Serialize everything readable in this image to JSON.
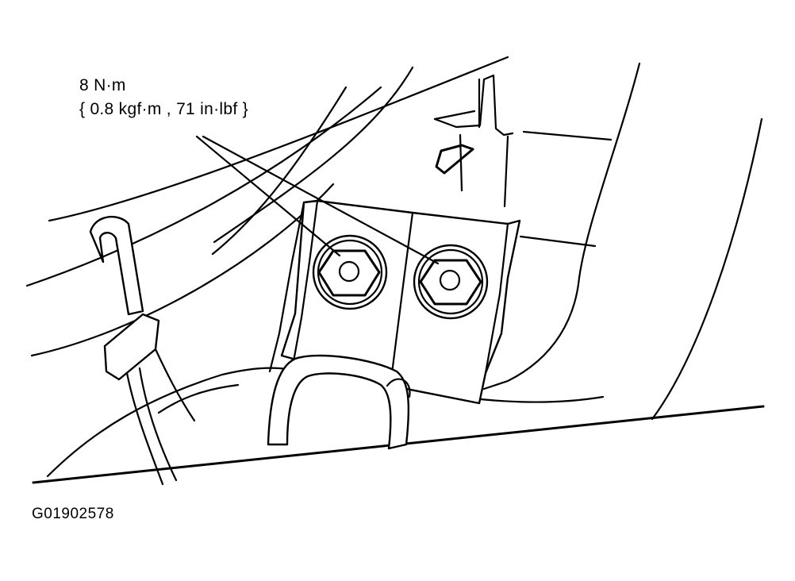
{
  "torque_spec": {
    "value": "8 N·m",
    "alternates": "{ 0.8 kgf·m , 71 in·lbf }"
  },
  "figure_id": "G01902578",
  "parts": {
    "nut_left": "hex-nut",
    "nut_right": "hex-nut",
    "bracket": "mounting-bracket",
    "clamp": "band-clamp",
    "wire_tie": "cable-tie"
  }
}
